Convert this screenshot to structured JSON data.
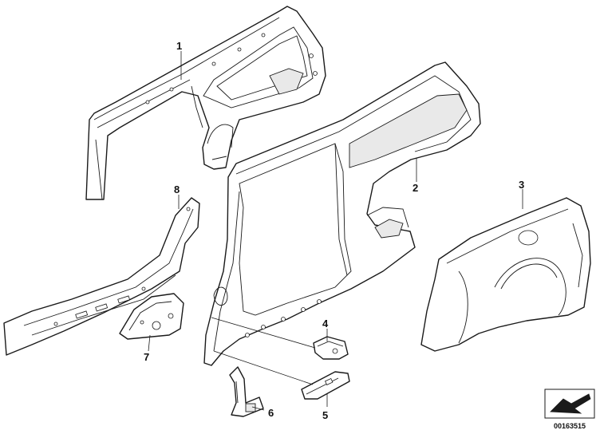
{
  "callouts": [
    {
      "id": "1",
      "part": "inner-rear-side-frame"
    },
    {
      "id": "2",
      "part": "side-frame"
    },
    {
      "id": "3",
      "part": "rear-side-panel"
    },
    {
      "id": "4",
      "part": "small-bracket"
    },
    {
      "id": "5",
      "part": "sill-bracket"
    },
    {
      "id": "6",
      "part": "lower-bracket"
    },
    {
      "id": "7",
      "part": "pillar-reinforcement"
    },
    {
      "id": "8",
      "part": "sill-member"
    }
  ],
  "diagram_id": "00163515",
  "colors": {
    "line": "#1a1a1a",
    "background": "#ffffff"
  }
}
